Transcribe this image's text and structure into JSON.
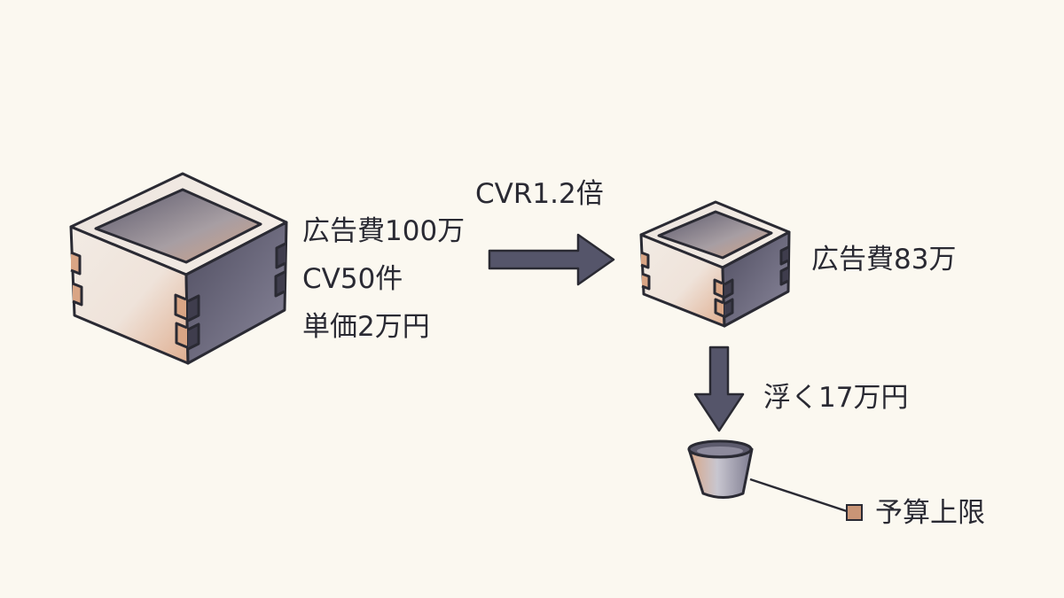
{
  "left_box": {
    "lines": [
      "広告費100万",
      "CV50件",
      "単価2万円"
    ]
  },
  "arrow_label": "CVR1.2倍",
  "right_box": {
    "label": "広告費83万"
  },
  "down_label": "浮く17万円",
  "cup_label": "予算上限",
  "colors": {
    "background": "#fbf8f0",
    "wood_light": "#efe5dc",
    "wood_warm": "#d9a585",
    "wood_dark": "#6e6b80",
    "arrow": "#55556a",
    "ink": "#2a2a33"
  }
}
